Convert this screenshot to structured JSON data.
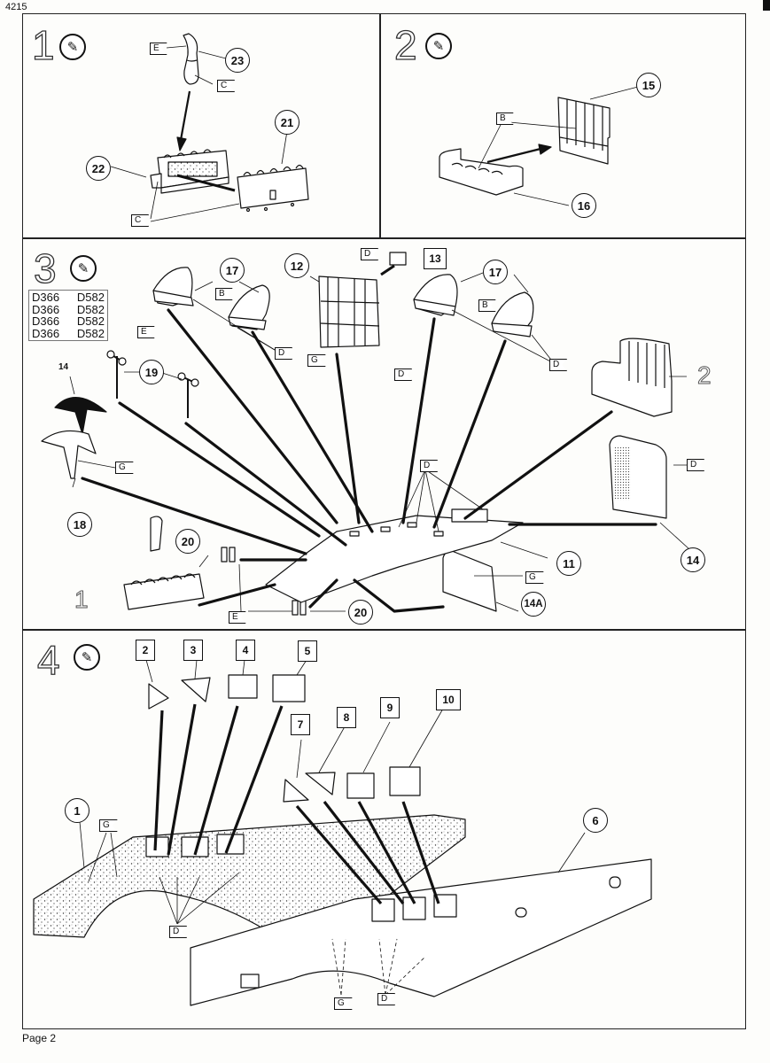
{
  "document": {
    "catalog_number": "4215",
    "page_label": "Page 2"
  },
  "icons": {
    "glue": "glue-tube-icon"
  },
  "steps": [
    {
      "number": "1",
      "callouts": [
        "23",
        "21",
        "22"
      ],
      "paint_flags": [
        "E",
        "C",
        "C"
      ]
    },
    {
      "number": "2",
      "callouts": [
        "15",
        "16"
      ],
      "paint_flags": [
        "B"
      ]
    },
    {
      "number": "3",
      "callouts": [
        "17",
        "12",
        "17",
        "19",
        "18",
        "20",
        "20",
        "11",
        "14",
        "14A"
      ],
      "boxed_parts": [
        "13"
      ],
      "plain_labels": [
        "14"
      ],
      "subassembly_refs": [
        "2",
        "1"
      ],
      "paint_flags": [
        "B",
        "D",
        "D",
        "G",
        "D",
        "B",
        "D",
        "E",
        "G",
        "D",
        "D",
        "G",
        "E"
      ],
      "decal_table": [
        {
          "left": "D366",
          "right": "D582"
        },
        {
          "left": "D366",
          "right": "D582"
        },
        {
          "left": "D366",
          "right": "D582"
        },
        {
          "left": "D366",
          "right": "D582"
        }
      ]
    },
    {
      "number": "4",
      "callouts": [
        "1",
        "6"
      ],
      "boxed_parts": [
        "2",
        "3",
        "4",
        "5",
        "7",
        "8",
        "9",
        "10"
      ],
      "paint_flags": [
        "G",
        "D",
        "G",
        "D"
      ]
    }
  ]
}
